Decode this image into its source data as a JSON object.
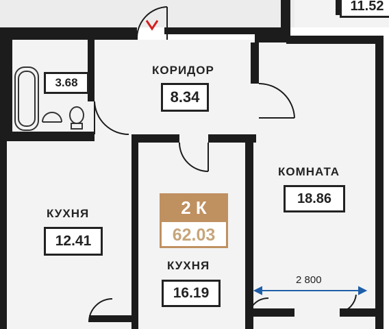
{
  "rooms": {
    "bath_area": "3.68",
    "corridor_label": "КОРИДОР",
    "corridor_area": "8.34",
    "room_label": "КОМНАТА",
    "room_area": "18.86",
    "kitchen_left_label": "КУХНЯ",
    "kitchen_left_area": "12.41",
    "kitchen_center_label": "КУХНЯ",
    "kitchen_center_area": "16.19",
    "neighbor_area": "11.52"
  },
  "badge": {
    "rooms": "2 К",
    "total_area": "62.03",
    "color": "#bf9060"
  },
  "dimension": "2 800",
  "colors": {
    "wall": "#1c1c1c",
    "floor": "#f2f2f2",
    "entrance_marker": "#d42020",
    "dimension_line": "#1f5fa8"
  }
}
